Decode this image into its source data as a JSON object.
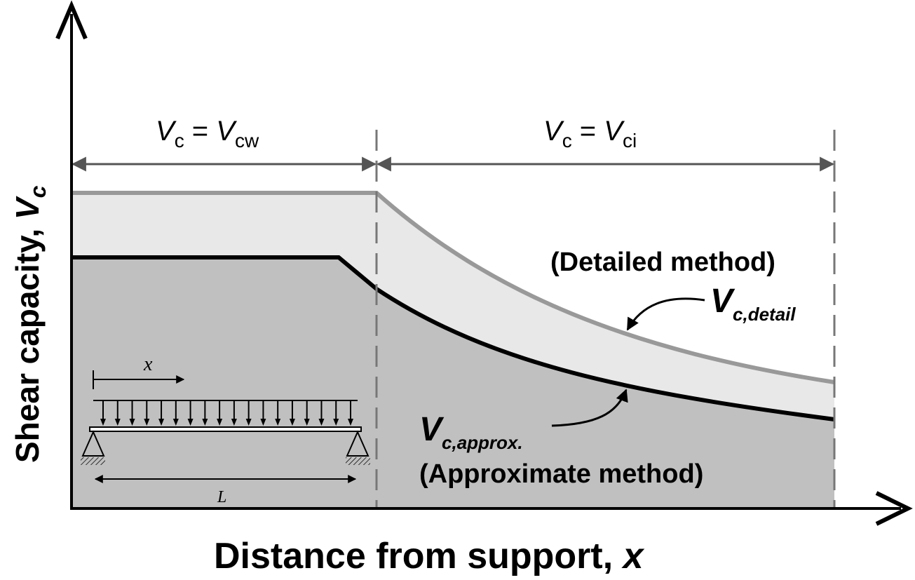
{
  "y_axis_label": {
    "main": "Shear capacity, ",
    "symbol": "V",
    "sub": "c"
  },
  "x_axis_label": {
    "main": "Distance from support, ",
    "symbol": "x"
  },
  "regions": {
    "left": {
      "lhs": "V",
      "lhs_sub": "c",
      "eq": " = ",
      "rhs": "V",
      "rhs_sub": "cw"
    },
    "right": {
      "lhs": "V",
      "lhs_sub": "c",
      "eq": " = ",
      "rhs": "V",
      "rhs_sub": "ci"
    }
  },
  "curves": {
    "detailed": {
      "symbol": "V",
      "sub": "c,detail",
      "method": "(Detailed method)"
    },
    "approximate": {
      "symbol": "V",
      "sub": "c,approx.",
      "method": "(Approximate method)"
    }
  },
  "beam_inset": {
    "x_label": "x",
    "span_label": "L",
    "arrow_count": 18
  },
  "colors": {
    "detailed_fill": "#e8e8e8",
    "approx_fill": "#c0c0c0",
    "detailed_line": "#999999",
    "approx_line": "#000000",
    "dims": "#555555",
    "dashes": "#777777"
  }
}
